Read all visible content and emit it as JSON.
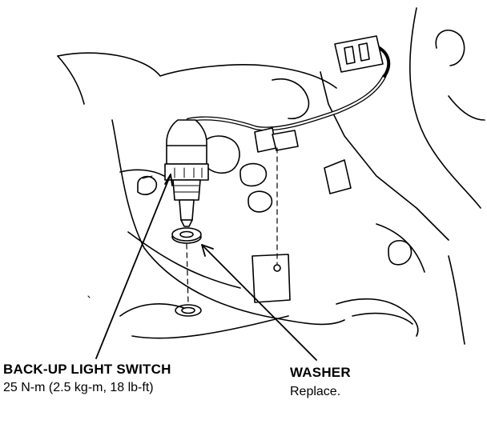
{
  "labels": {
    "switch_name": "BACK-UP LIGHT SWITCH",
    "switch_torque": "25 N-m (2.5 kg-m, 18 lb-ft)",
    "washer_name": "WASHER",
    "washer_note": "Replace."
  },
  "colors": {
    "ink": "#000000",
    "paper": "#ffffff"
  }
}
